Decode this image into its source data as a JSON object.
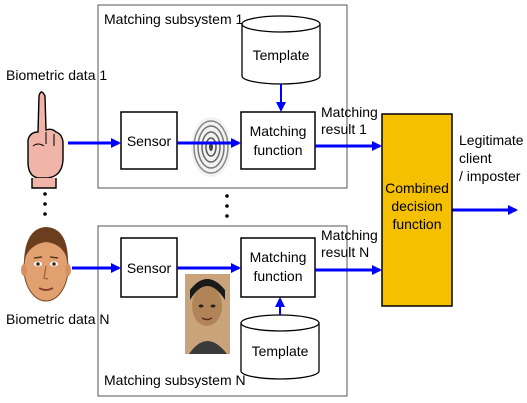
{
  "subsystems": [
    {
      "title": "Matching subsystem 1",
      "template": "Template",
      "sensor": "Sensor",
      "matching_line1": "Matching",
      "matching_line2": "function",
      "result_line1": "Matching",
      "result_line2": "result 1",
      "biometric_label": "Biometric data 1",
      "sample_image": "fingerprint-image",
      "source_image": "raised-finger-hand"
    },
    {
      "title": "Matching subsystem N",
      "template": "Template",
      "sensor": "Sensor",
      "matching_line1": "Matching",
      "matching_line2": "function",
      "result_line1": "Matching",
      "result_line2": "result N",
      "biometric_label": "Biometric data N",
      "sample_image": "face-photo",
      "source_image": "cartoon-face"
    }
  ],
  "decision": {
    "line1": "Combined",
    "line2": "decision",
    "line3": "function"
  },
  "output": {
    "line1": "Legitimate",
    "line2": "client",
    "line3": "/ imposter"
  },
  "colors": {
    "arrow": "#0000ff",
    "decision_fill": "#f5c000",
    "panel_stroke": "#555555",
    "box_stroke": "#000000"
  }
}
